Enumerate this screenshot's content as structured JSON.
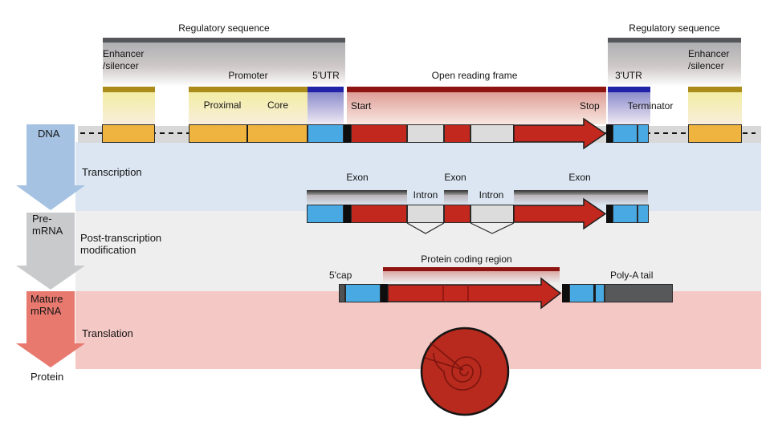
{
  "top": {
    "regulatory_left": "Regulatory sequence",
    "regulatory_right": "Regulatory sequence",
    "enhancer_left_line1": "Enhancer",
    "enhancer_left_line2": "/silencer",
    "enhancer_right_line1": "Enhancer",
    "enhancer_right_line2": "/silencer",
    "promoter": "Promoter",
    "proximal": "Proximal",
    "core": "Core",
    "utr5": "5'UTR",
    "orf": "Open reading frame",
    "start": "Start",
    "stop": "Stop",
    "utr3": "3'UTR",
    "terminator": "Terminator"
  },
  "stages": {
    "dna": "DNA",
    "transcription": "Transcription",
    "pre_mrna_line1": "Pre-",
    "pre_mrna_line2": "mRNA",
    "post_line1": "Post-transcription",
    "post_line2": "modification",
    "mature_line1": "Mature",
    "mature_line2": "mRNA",
    "translation": "Translation",
    "protein": "Protein"
  },
  "pre_mrna_row": {
    "exons": [
      "Exon",
      "Exon",
      "Exon"
    ],
    "introns": [
      "Intron",
      "Intron"
    ]
  },
  "mature_row": {
    "cap": "5'cap",
    "coding_region": "Protein coding region",
    "polya": "Poly-A tail"
  },
  "colors": {
    "band_transcription": "#dbe6f2",
    "band_post_transcription": "#eeeeef",
    "band_translation": "#f4c8c5",
    "dna_strip": "#d8d8d8",
    "exon_utr_blue": "#49a9e3",
    "utr_topbar_blue": "#2023a8",
    "orf_red": "#c2281d",
    "orf_topbar_dark_red": "#8d1410",
    "regulatory_gold": "#ab8c1b",
    "enhancer_yellow": "#eeb43f",
    "intron_gray": "#dcdcdc",
    "regulatory_bar_gray": "#55565a",
    "polya_tail_gray": "#57585a",
    "arrow_transcription": "#a5c2e3",
    "arrow_post": "#c9cacc",
    "arrow_translation": "#e8796f",
    "protein_fill": "#b72a1d"
  }
}
